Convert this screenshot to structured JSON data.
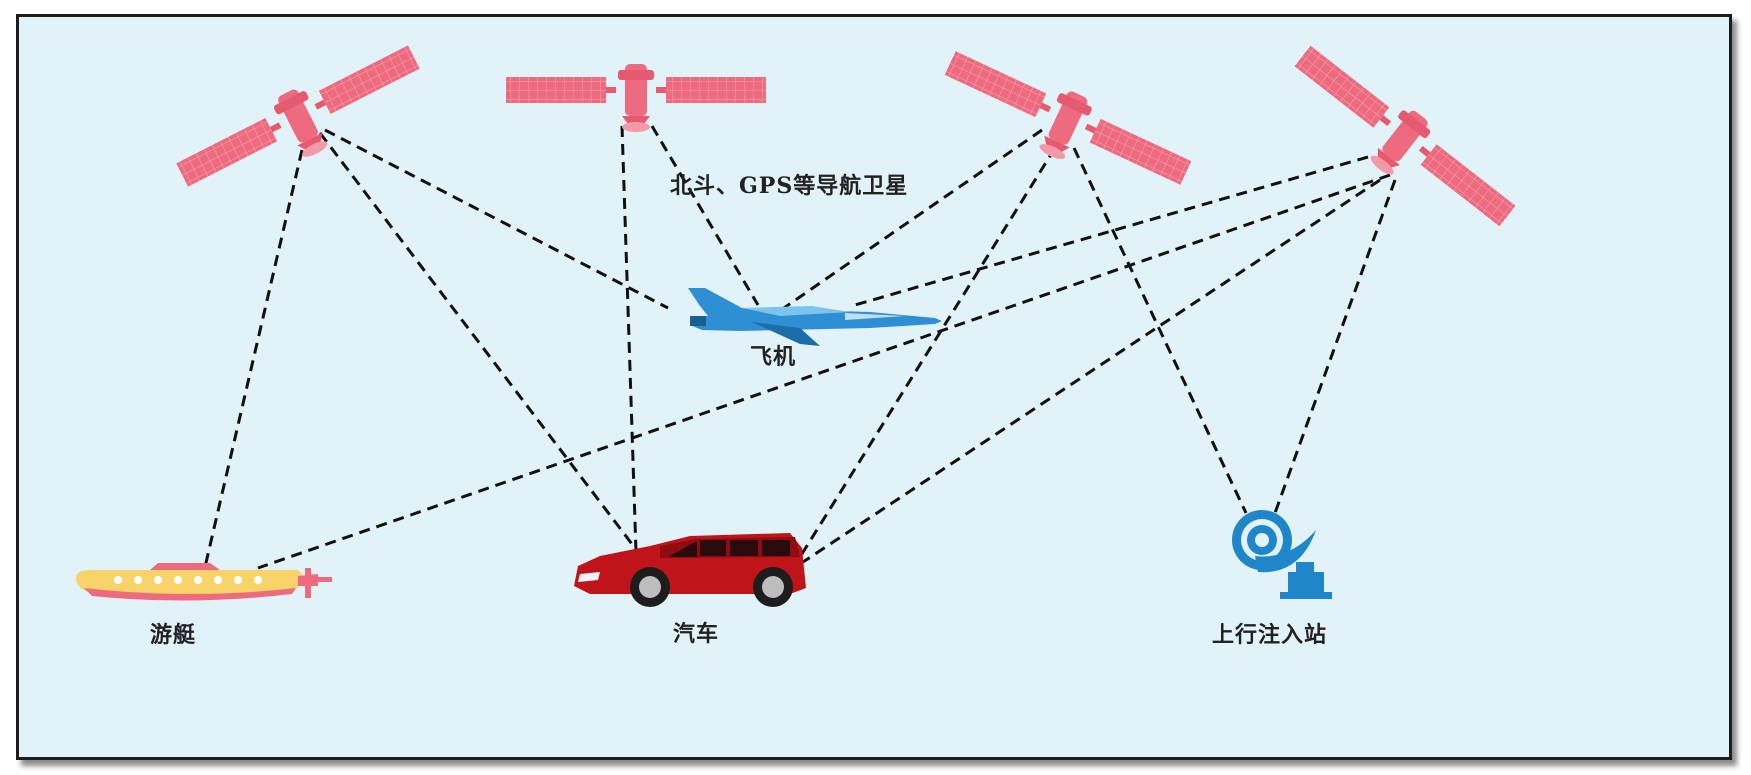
{
  "labels": {
    "satellites": "北斗、GPS等导航卫星",
    "plane": "飞机",
    "yacht": "游艇",
    "car": "汽车",
    "station": "上行注入站"
  },
  "icons": {
    "satellite": "satellite-icon",
    "plane": "plane-icon",
    "yacht": "yacht-icon",
    "car": "car-icon",
    "station": "ground-station-icon"
  },
  "colors": {
    "background": "#e2f2f9",
    "satellite": "#ee6b7f",
    "plane": "#2f8fd4",
    "car": "#c0141b",
    "yacht_body": "#f7d36a",
    "station": "#1f86c9",
    "link": "#111111"
  }
}
